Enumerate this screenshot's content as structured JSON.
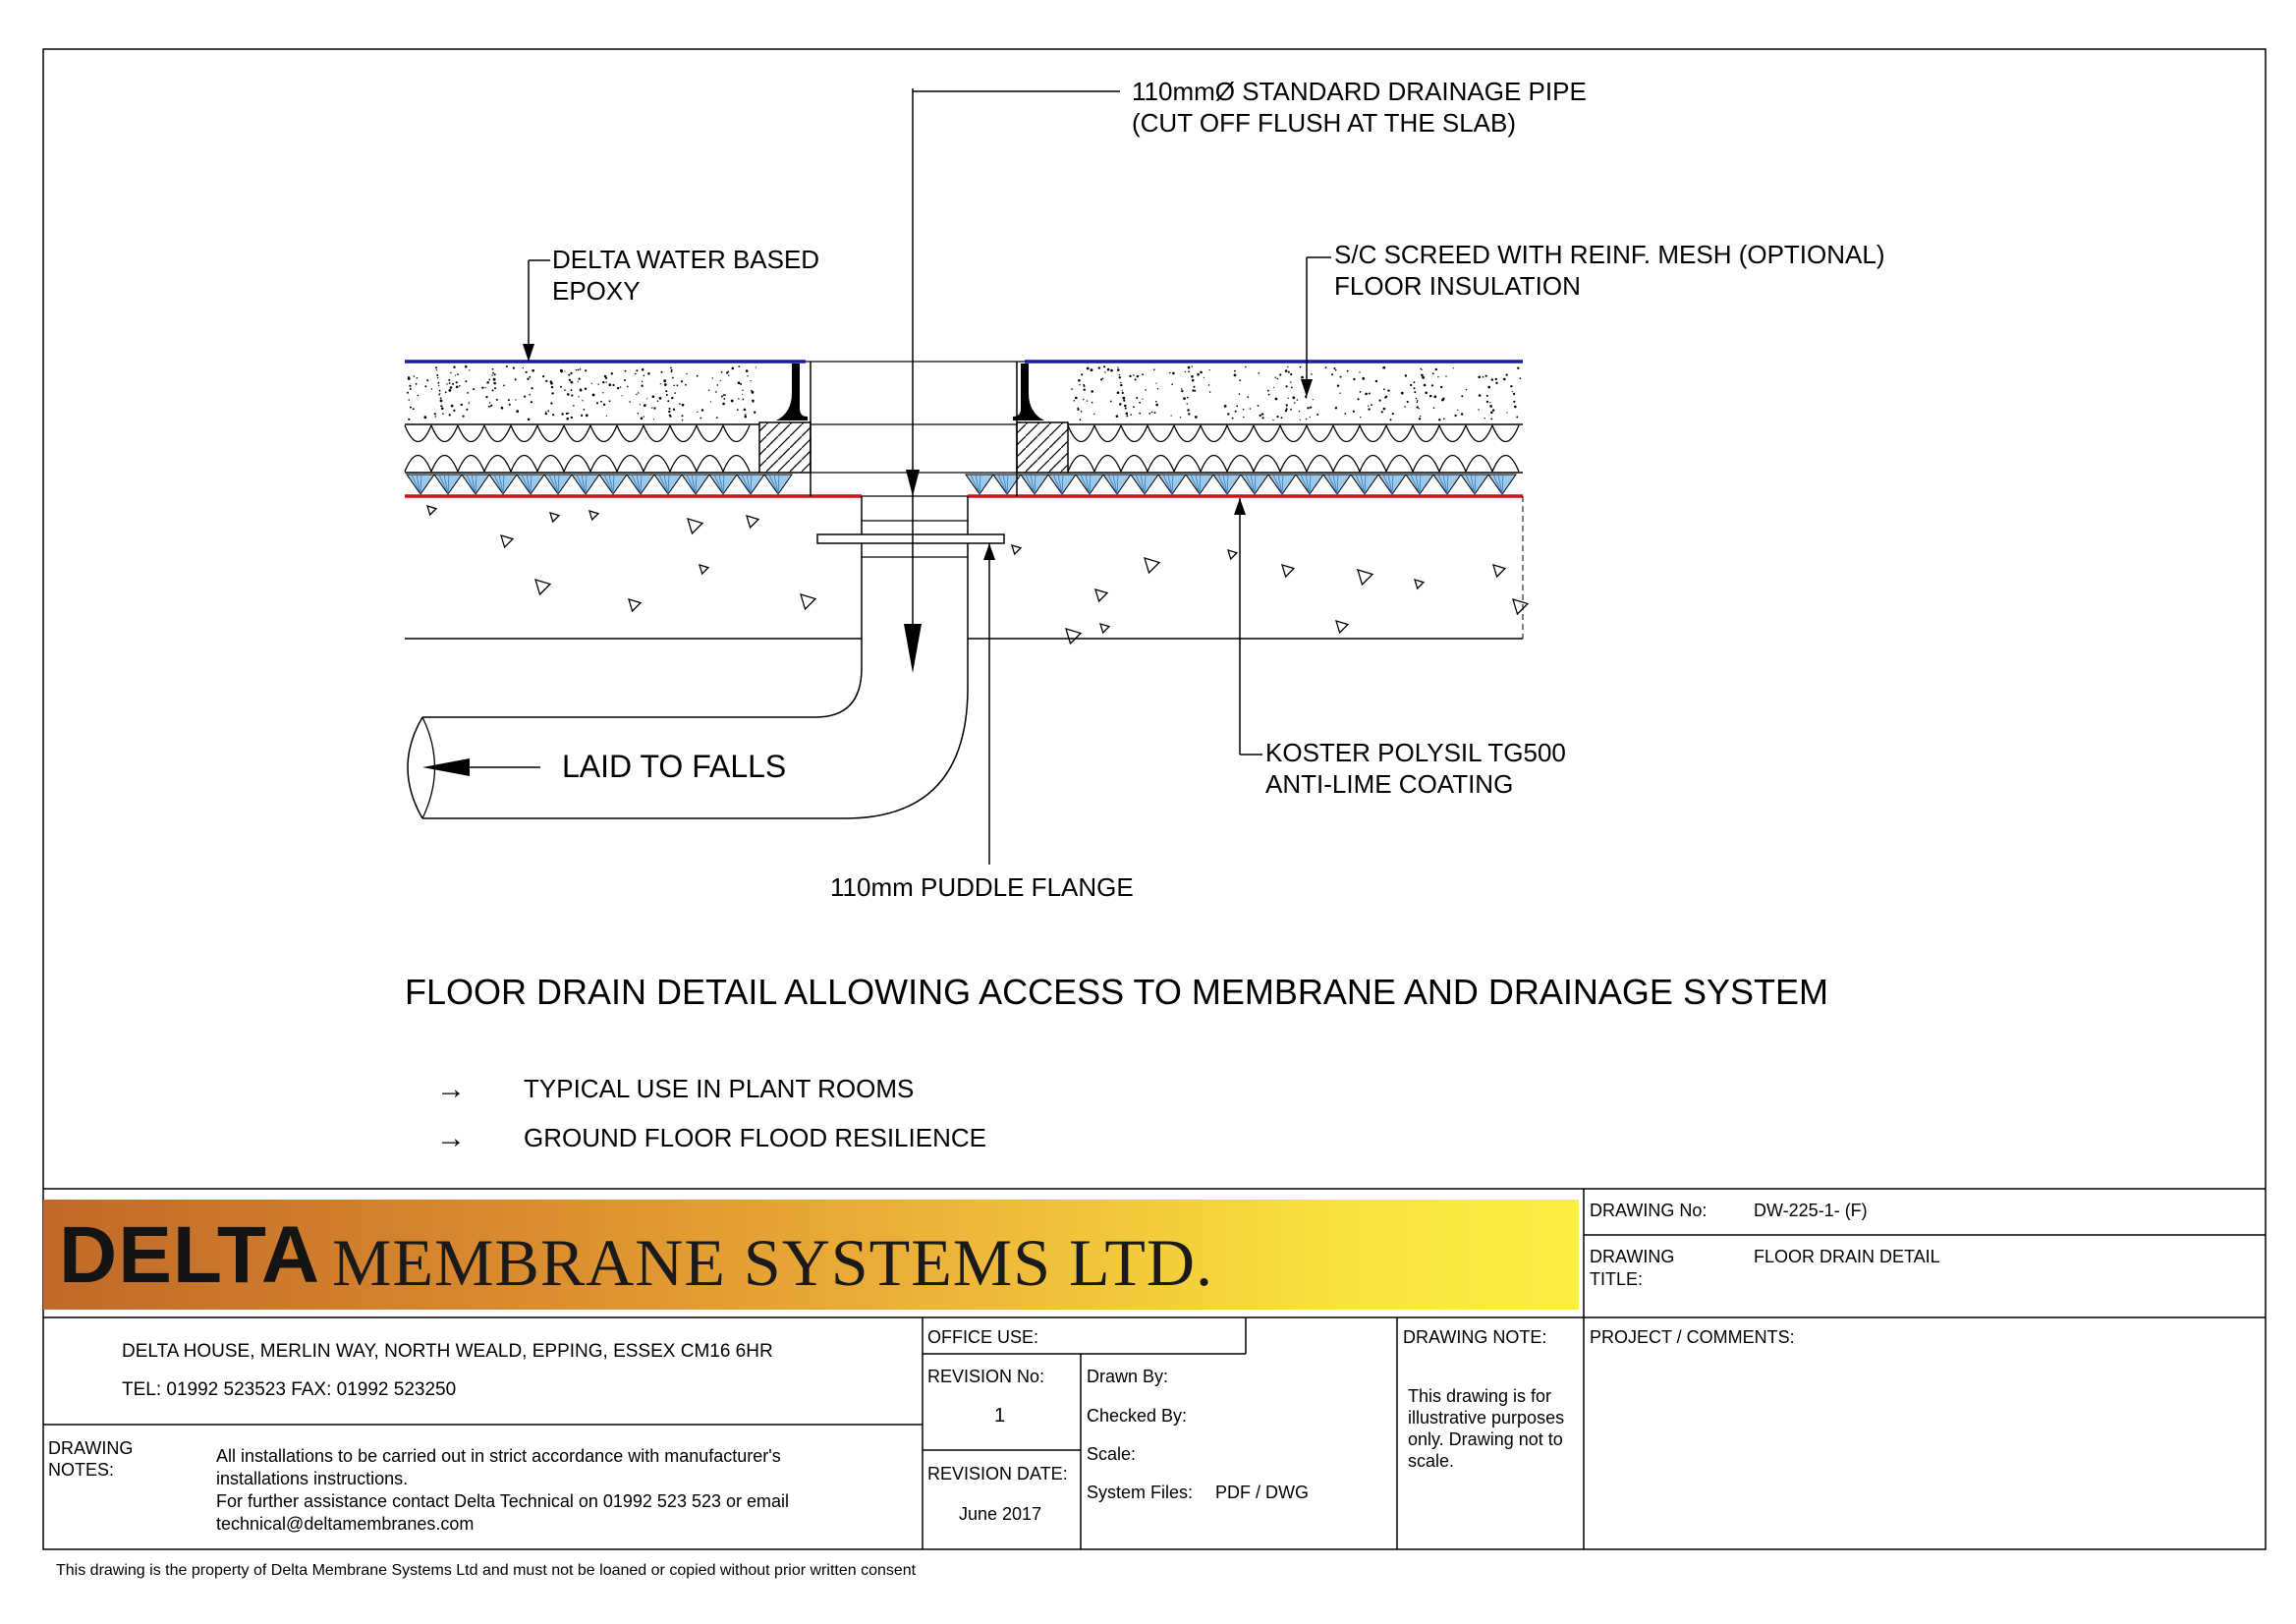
{
  "labels": {
    "pipe_line1": "110mmØ STANDARD DRAINAGE PIPE",
    "pipe_line2": "(CUT OFF FLUSH AT THE SLAB)",
    "epoxy_line1": "DELTA WATER BASED",
    "epoxy_line2": "EPOXY",
    "screed_line1": "S/C SCREED WITH REINF. MESH (OPTIONAL)",
    "screed_line2": "FLOOR INSULATION",
    "falls": "LAID TO FALLS",
    "koster_line1": "KOSTER POLYSIL TG500",
    "koster_line2": "ANTI-LIME COATING",
    "flange": "110mm PUDDLE FLANGE"
  },
  "title": "FLOOR DRAIN DETAIL ALLOWING ACCESS TO MEMBRANE AND DRAINAGE SYSTEM",
  "bullets": [
    {
      "arrow": "→",
      "text": "TYPICAL USE IN PLANT ROOMS"
    },
    {
      "arrow": "→",
      "text": "GROUND FLOOR FLOOD RESILIENCE"
    }
  ],
  "company": {
    "logo_bold": "DELTA",
    "logo_rest": "MEMBRANE SYSTEMS LTD.",
    "address": "DELTA HOUSE,  MERLIN WAY,  NORTH WEALD,  EPPING,  ESSEX   CM16 6HR",
    "tel": "TEL:  01992 523523      FAX:  01992 523250"
  },
  "titleblock": {
    "drawing_no_label": "DRAWING No:",
    "drawing_no_value": "DW-225-1- (F)",
    "drawing_title_label_1": "DRAWING",
    "drawing_title_label_2": "TITLE:",
    "drawing_title_value": "FLOOR DRAIN DETAIL",
    "office_use": "OFFICE USE:",
    "revision_no_label": "REVISION No:",
    "revision_no_value": "1",
    "revision_date_label": "REVISION DATE:",
    "revision_date_value": "June 2017",
    "drawn_by": "Drawn By:",
    "checked_by": "Checked By:",
    "scale": "Scale:",
    "system_files_label": "System Files:",
    "system_files_value": "PDF / DWG",
    "drawing_note_label": "DRAWING NOTE:",
    "drawing_note_lines": [
      "This drawing is for",
      "illustrative purposes",
      "only.  Drawing not to",
      "scale."
    ],
    "project_comments": "PROJECT / COMMENTS:",
    "drawing_notes_label_1": "DRAWING",
    "drawing_notes_label_2": "NOTES:",
    "notes_lines": [
      "All installations to be carried out in strict accordance with manufacturer's",
      "installations instructions.",
      "For further assistance contact Delta Technical on 01992 523 523 or email",
      "technical@deltamembranes.com"
    ]
  },
  "footer": "This drawing is the property of Delta Membrane Systems Ltd and must not be loaned or copied without prior written consent",
  "colors": {
    "epoxy_line": "#1a1aa8",
    "koster_line": "#d0101a",
    "membrane_fill": "#9ec9ea"
  }
}
